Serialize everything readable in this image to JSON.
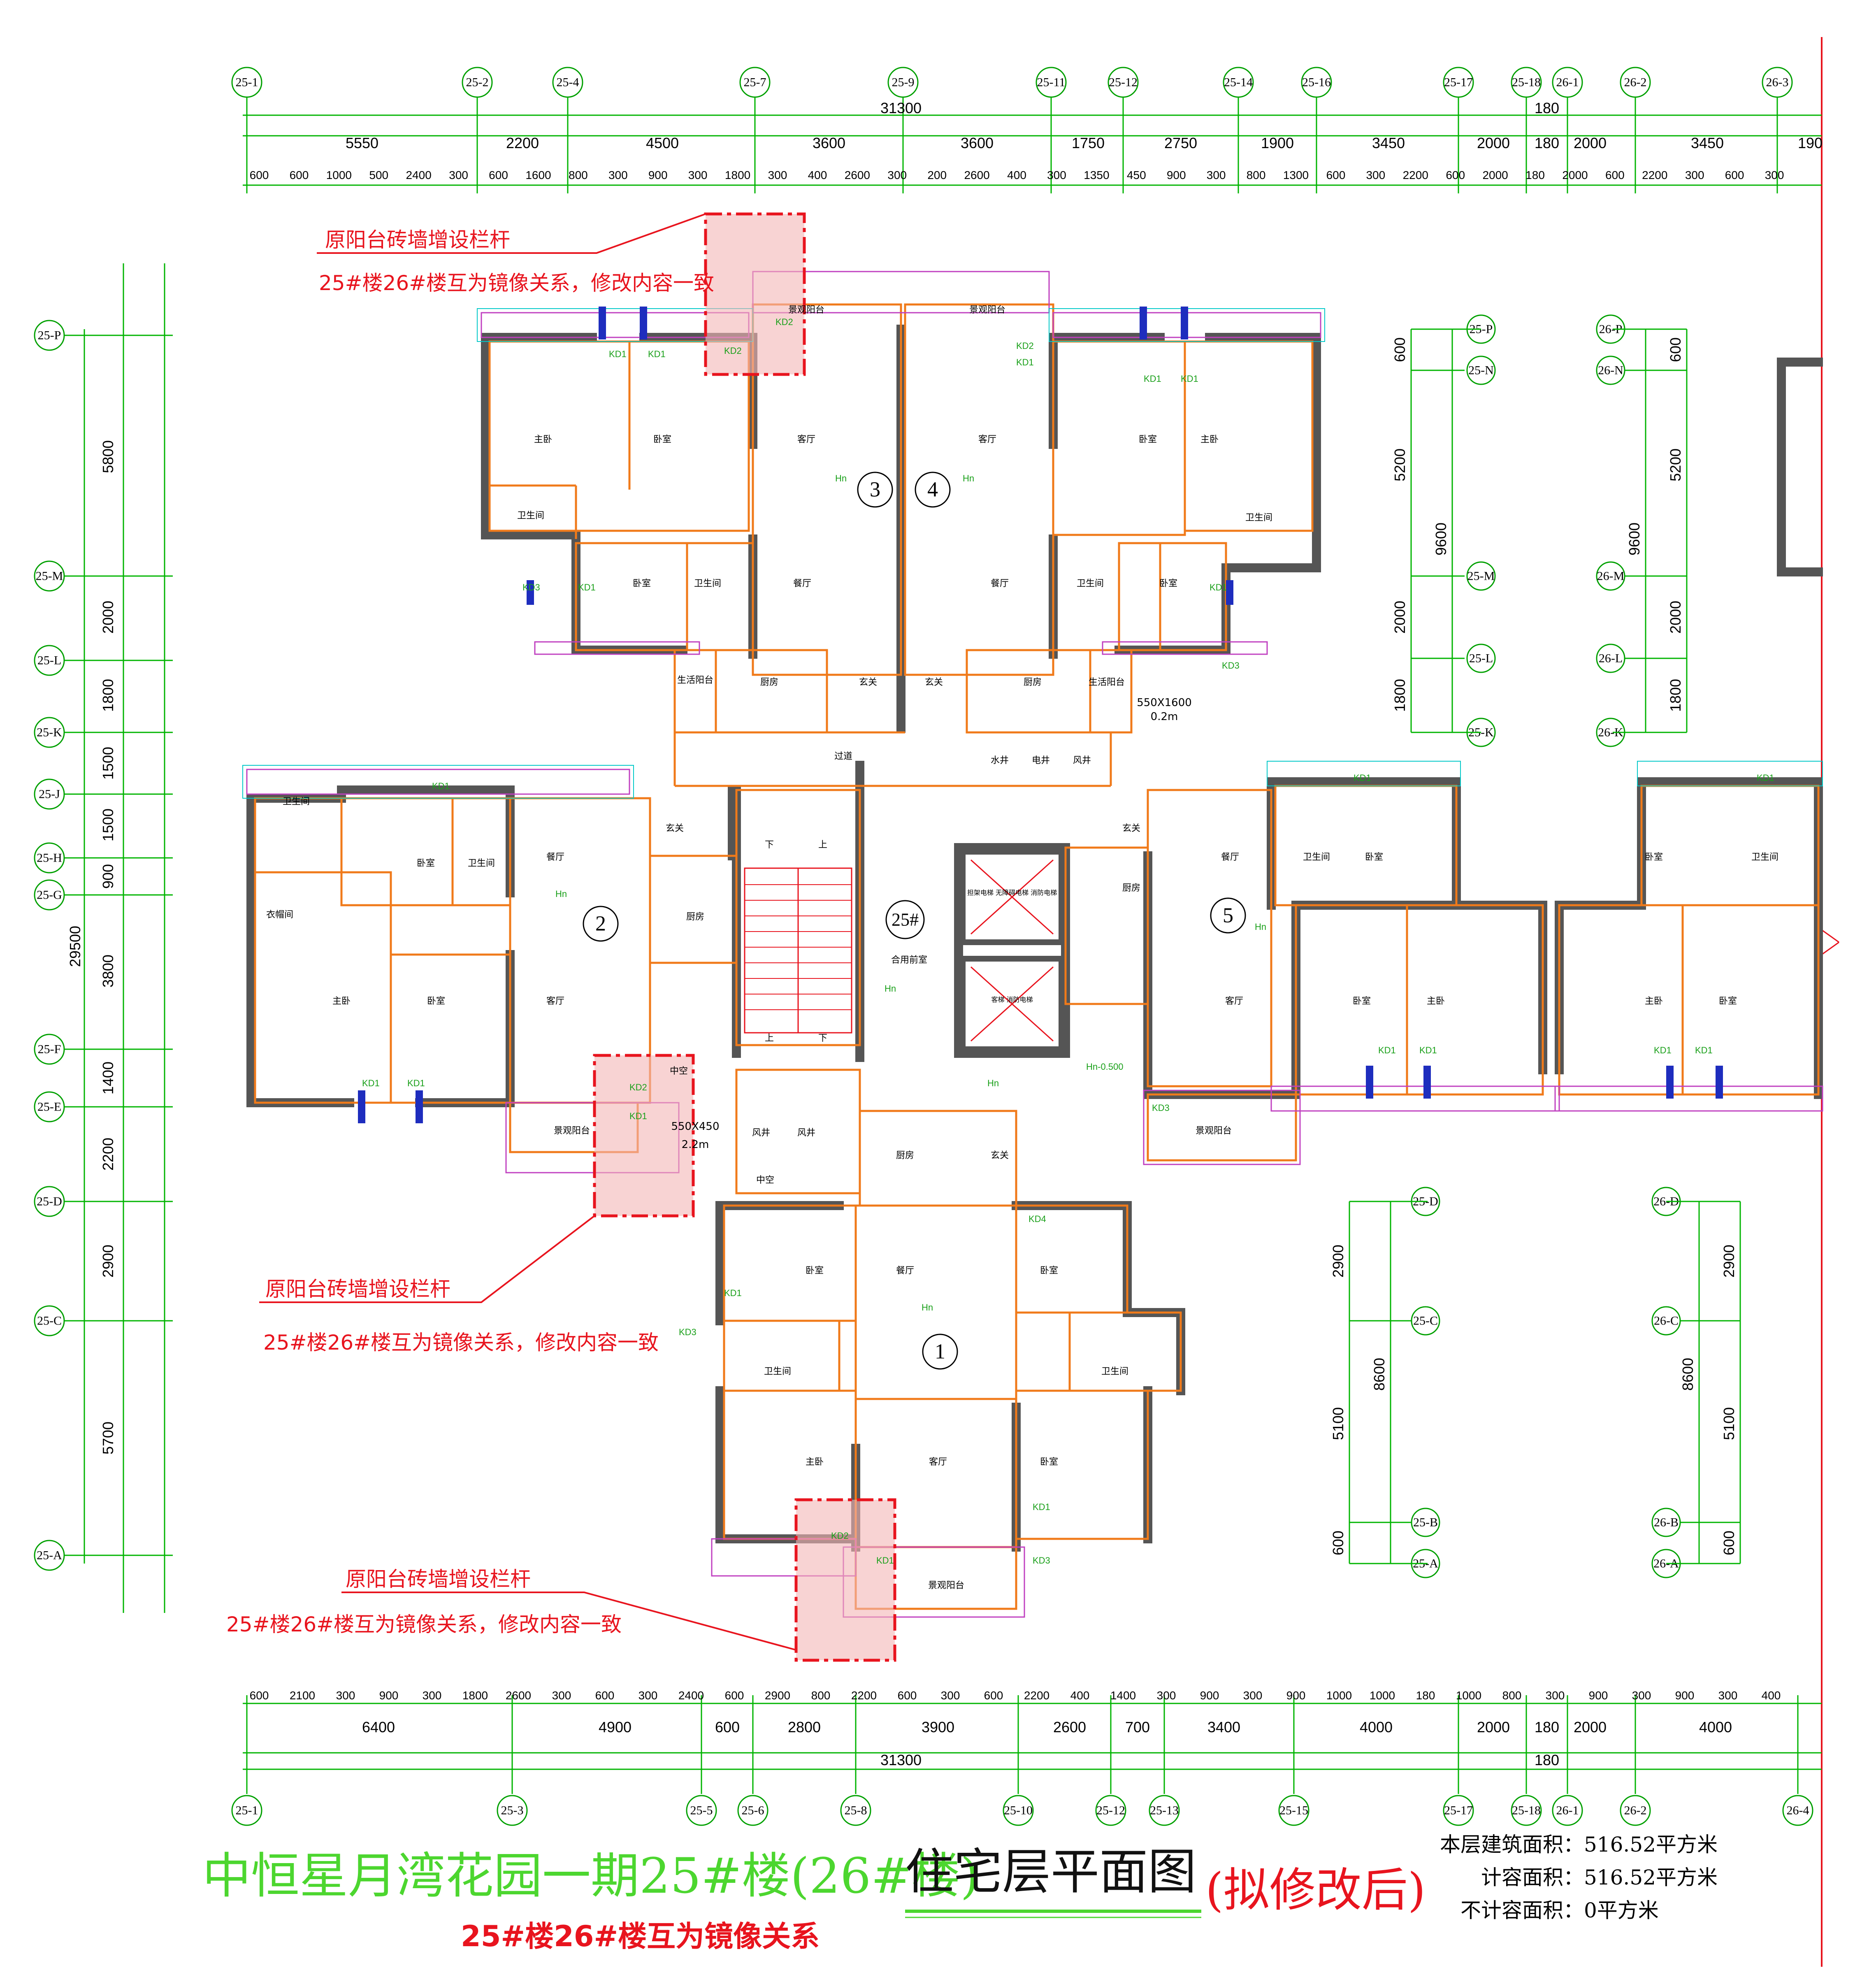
{
  "drawing": {
    "title_green": "中恒星月湾花园一期25#楼(26#楼)",
    "title_black": "住宅层平面图",
    "title_red": "(拟修改后)",
    "subtitle": "25#楼26#楼互为镜像关系",
    "building_label": "25#",
    "areas": {
      "building": "本层建筑面积：516.52平方米",
      "floor_area_ratio": "计容面积：516.52平方米",
      "non_ratio": "不计容面积：0平方米"
    }
  },
  "annotations": [
    {
      "line1": "原阳台砖墙增设栏杆",
      "line2": "25#楼26#楼互为镜像关系，修改内容一致"
    },
    {
      "line1": "原阳台砖墙增设栏杆",
      "line2": "25#楼26#楼互为镜像关系，修改内容一致"
    },
    {
      "line1": "原阳台砖墙增设栏杆",
      "line2": "25#楼26#楼互为镜像关系，修改内容一致"
    }
  ],
  "top_axes": [
    "25-1",
    "25-2",
    "25-4",
    "25-7",
    "25-9",
    "25-11",
    "25-12",
    "25-14",
    "25-16",
    "25-17",
    "25-18",
    "26-1",
    "26-2",
    "26-3"
  ],
  "bottom_axes": [
    "25-1",
    "25-3",
    "25-5",
    "25-6",
    "25-8",
    "25-10",
    "25-12",
    "25-13",
    "25-15",
    "25-17",
    "25-18",
    "26-1",
    "26-2",
    "26-4"
  ],
  "left_axes": [
    "25-P",
    "25-M",
    "25-L",
    "25-K",
    "25-J",
    "25-H",
    "25-G",
    "25-F",
    "25-E",
    "25-D",
    "25-C",
    "25-A"
  ],
  "right_axes_a": [
    "25-P",
    "25-N",
    "25-M",
    "25-L",
    "25-K"
  ],
  "right_axes_b": [
    "26-P",
    "26-N",
    "26-M",
    "26-L",
    "26-K"
  ],
  "right_axes_c": [
    "25-D",
    "25-C",
    "25-B",
    "25-A"
  ],
  "right_axes_d": [
    "26-D",
    "26-C",
    "26-B",
    "26-A"
  ],
  "top_total": "31300",
  "top_total_b": "180",
  "top_dims": [
    "5550",
    "2200",
    "4500",
    "3600",
    "3600",
    "1750",
    "2750",
    "1900",
    "3450",
    "2000",
    "180",
    "2000",
    "3450",
    "190"
  ],
  "top_subdims": [
    "600",
    "600",
    "1000",
    "500",
    "2400",
    "300",
    "600",
    "1600",
    "800",
    "300",
    "900",
    "300",
    "1800",
    "300",
    "400",
    "2600",
    "300",
    "200",
    "2600",
    "400",
    "300",
    "1350",
    "450",
    "900",
    "300",
    "800",
    "1300",
    "600",
    "300",
    "2200",
    "600",
    "2000",
    "180",
    "2000",
    "600",
    "2200",
    "300",
    "600",
    "300"
  ],
  "bottom_total": "31300",
  "bottom_total_b": "180",
  "bottom_dims": [
    "6400",
    "4900",
    "600",
    "2800",
    "3900",
    "2600",
    "700",
    "3400",
    "4000",
    "2000",
    "180",
    "2000",
    "4000"
  ],
  "bottom_subdims": [
    "600",
    "2100",
    "300",
    "900",
    "300",
    "1800",
    "2600",
    "300",
    "600",
    "300",
    "2400",
    "600",
    "2900",
    "800",
    "2200",
    "600",
    "300",
    "600",
    "2200",
    "400",
    "1400",
    "300",
    "900",
    "300",
    "900",
    "1000",
    "1000",
    "180",
    "1000",
    "800",
    "300",
    "900",
    "300",
    "900",
    "300",
    "400"
  ],
  "left_total": "29500",
  "left_dims": [
    "5800",
    "2000",
    "1800",
    "1500",
    "1500",
    "900",
    "3800",
    "1400",
    "2200",
    "2900",
    "5700"
  ],
  "right_dims_a": [
    "600",
    "5200",
    "9600",
    "2000",
    "1800"
  ],
  "right_dims_b": [
    "600",
    "5200",
    "9600",
    "2000",
    "1800"
  ],
  "right_dims_c": [
    "2900",
    "8600",
    "5100",
    "600"
  ],
  "right_dims_d": [
    "2900",
    "8600",
    "5100",
    "600"
  ],
  "units": [
    {
      "num": "1"
    },
    {
      "num": "2"
    },
    {
      "num": "3"
    },
    {
      "num": "4"
    },
    {
      "num": "5"
    }
  ],
  "rooms": {
    "master": "主卧",
    "bedroom": "卧室",
    "living": "客厅",
    "dining": "餐厅",
    "bath": "卫生间",
    "kitchen": "厨房",
    "balcony": "景观阳台",
    "utility_balcony": "生活阳台",
    "entry": "玄关",
    "corridor": "过道",
    "hall": "合用前室",
    "void": "中空",
    "water_well": "水井",
    "elec_well": "电井",
    "wind_well": "风井",
    "closet": "衣帽间",
    "lift_a": "担架电梯 无障碍电梯 消防电梯",
    "lift_b": "客梯 消防电梯",
    "up": "上",
    "down": "下"
  },
  "labels": {
    "kd1": "KD1",
    "kd2": "KD2",
    "kd3": "KD3",
    "kd4": "KD4",
    "hn": "Hn",
    "hn_minus": "Hn-0.500",
    "shaft1": "550X1600",
    "shaft1_b": "0.2m",
    "shaft2": "550X450",
    "shaft2_b": "2.2m"
  },
  "colors": {
    "wall": "#555555",
    "orange": "#f07a1a",
    "green": "#00b400",
    "magenta": "#c040c0",
    "blue": "#1e2dbe",
    "red": "#e8141e",
    "cyan": "#00c8c8",
    "highlight": "#f4b6b6"
  }
}
